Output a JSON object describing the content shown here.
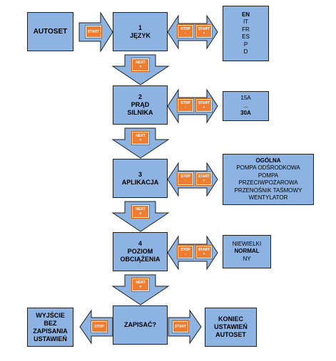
{
  "colors": {
    "box": "#8db3e2",
    "button": "#ee7d31",
    "border": "#1f1f1f"
  },
  "autoset": "AUTOSET",
  "steps": [
    {
      "num": "1",
      "name": "JĘZYK",
      "name2": ""
    },
    {
      "num": "2",
      "name": "PRĄD",
      "name2": "SILNIKA"
    },
    {
      "num": "3",
      "name": "APLIKACJA",
      "name2": ""
    },
    {
      "num": "4",
      "name": "POZIOM",
      "name2": "OBCIĄŻENIA"
    }
  ],
  "save": "ZAPISAĆ?",
  "options": {
    "language": [
      "EN",
      "IT",
      "FR",
      "ES",
      "P",
      "D"
    ],
    "current": [
      "15A",
      "...",
      "30A"
    ],
    "application": [
      "OGÓLNA",
      "POMPA ODŚRODKOWA",
      "POMPA",
      "PRZECIWPOŻAROWA",
      "PRZENOŚNIK TAŚMOWY",
      "WENTYLATOR"
    ],
    "load": [
      "NIEWIELKI",
      "NORMAL",
      "NY"
    ]
  },
  "exit": {
    "l1": "WYJŚCIE",
    "l2": "BEZ",
    "l3": "ZAPISANIA",
    "l4": "USTAWIEŃ"
  },
  "finish": {
    "l1": "KONIEC",
    "l2": "USTAWIEŃ",
    "l3": "AUTOSET"
  },
  "buttons": {
    "start": "START",
    "stop": "STOP",
    "next": "NEXT",
    "minus": "-",
    "plus": "+",
    "down": "▾"
  }
}
